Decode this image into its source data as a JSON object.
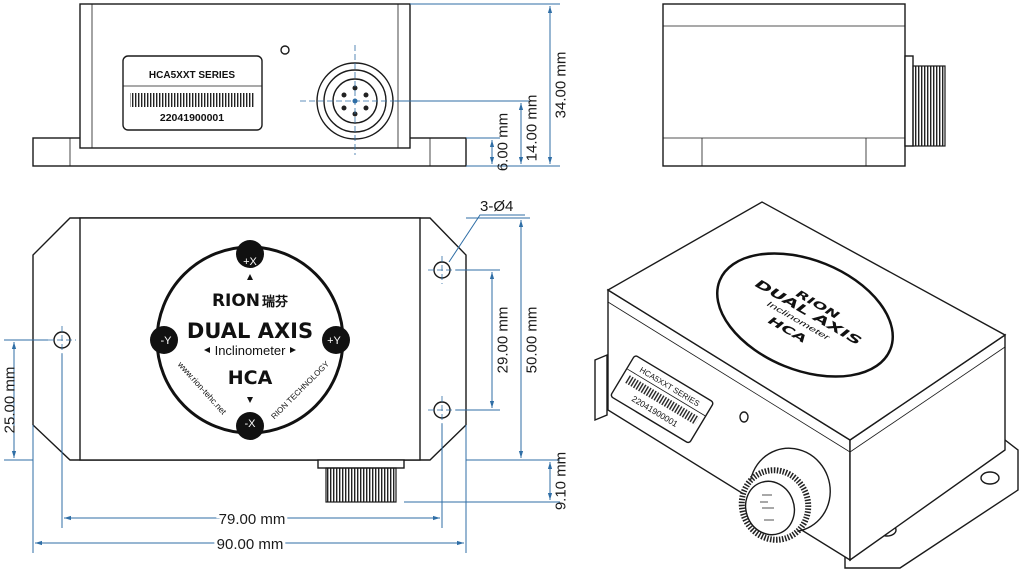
{
  "label": {
    "series": "HCA5XXT SERIES",
    "serial": "22041900001"
  },
  "badge": {
    "brand": "RION",
    "brand_cn": "瑞芬",
    "title": "DUAL AXIS",
    "subtitle": "Inclinometer",
    "model": "HCA",
    "website": "www.rion-tehc.net",
    "company": "RION TECHNOLOGY",
    "axes": {
      "px": "+X",
      "nx": "-X",
      "py": "+Y",
      "ny": "-Y"
    }
  },
  "dimensions": {
    "height_total": "34.00 mm",
    "connector_height": "14.00 mm",
    "base_height": "6.00 mm",
    "holes_note": "3-Ø4",
    "hole_spacing_v": "29.00 mm",
    "width_body": "50.00 mm",
    "hole_offset": "25.00 mm",
    "connector_length": "9.10 mm",
    "hole_spacing_h": "79.00 mm",
    "length_total": "90.00 mm"
  },
  "colors": {
    "dimension": "#2f6ea6",
    "outline": "#1a1a1a"
  }
}
